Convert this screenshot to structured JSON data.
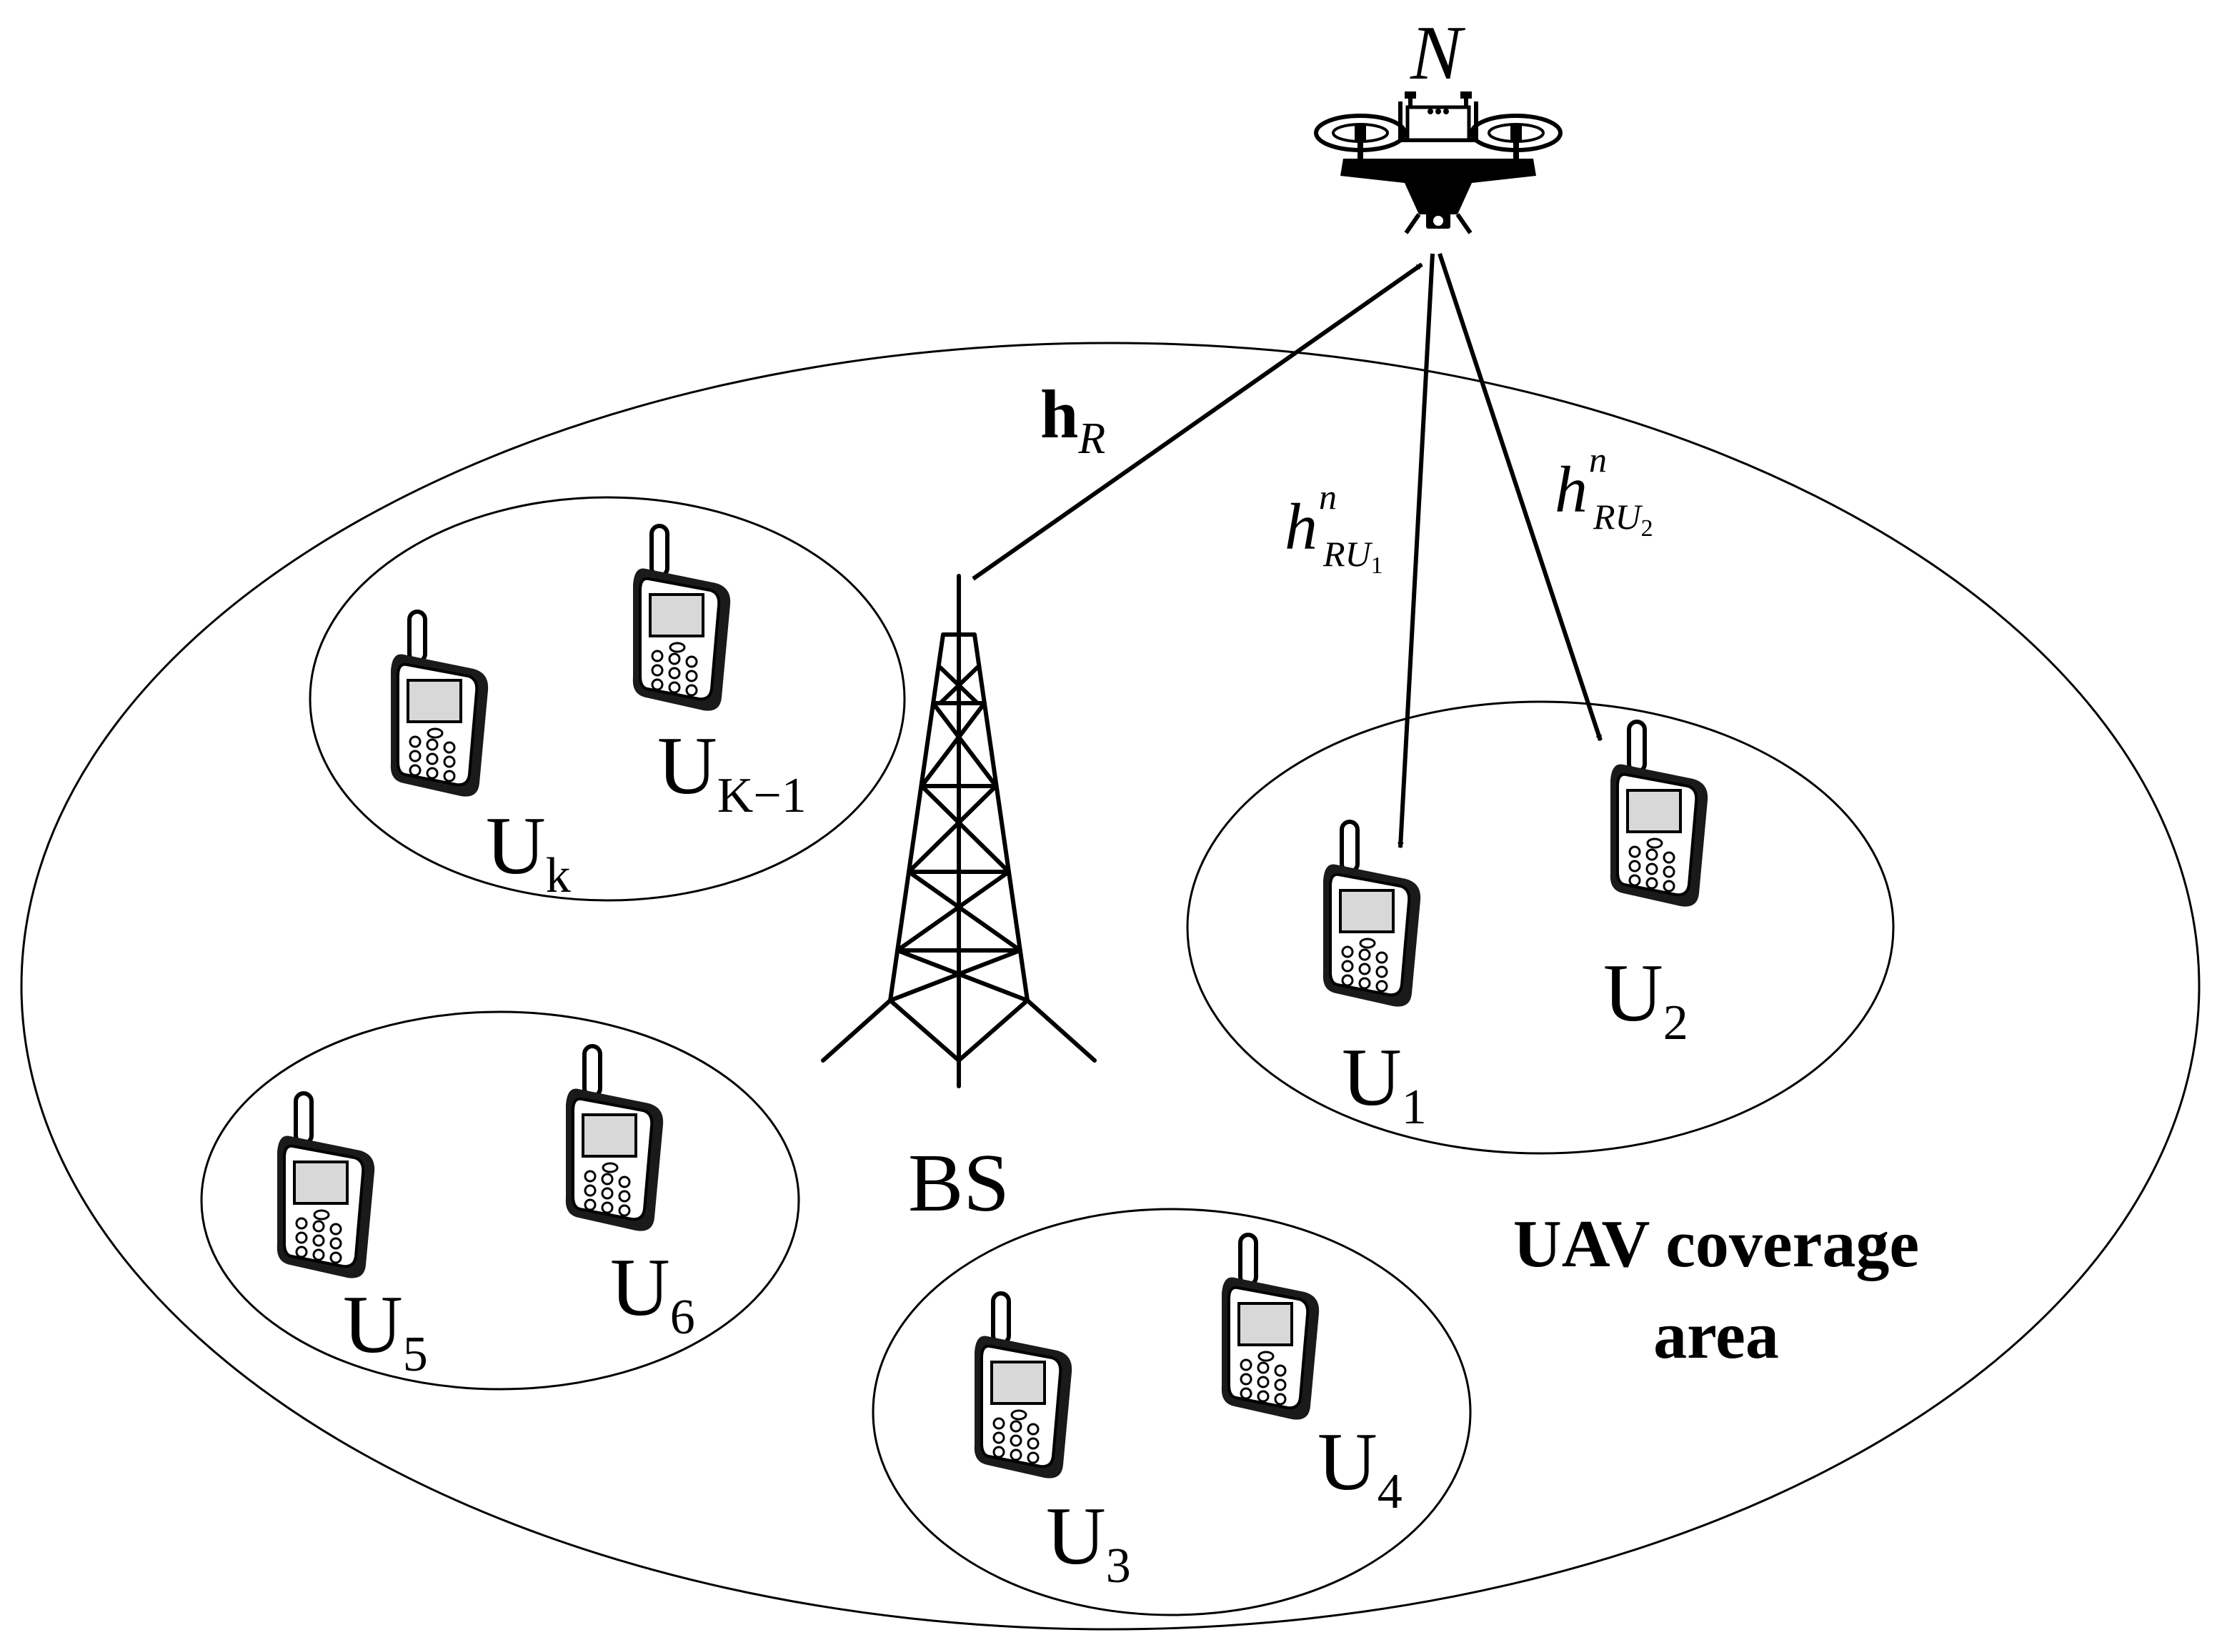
{
  "labels": {
    "uav": "N",
    "base_station": "BS",
    "coverage": [
      "UAV coverage",
      "area"
    ]
  },
  "channels": {
    "bs_uav": {
      "main": "h",
      "sub": "R"
    },
    "uav_u1": {
      "main": "h",
      "sup": "n",
      "sub": "RU",
      "subsub": "1"
    },
    "uav_u2": {
      "main": "h",
      "sup": "n",
      "sub": "RU",
      "subsub": "2"
    }
  },
  "users": {
    "u1": {
      "main": "U",
      "sub": "1"
    },
    "u2": {
      "main": "U",
      "sub": "2"
    },
    "u3": {
      "main": "U",
      "sub": "3"
    },
    "u4": {
      "main": "U",
      "sub": "4"
    },
    "u5": {
      "main": "U",
      "sub": "5"
    },
    "u6": {
      "main": "U",
      "sub": "6"
    },
    "uk": {
      "main": "U",
      "sub": "k"
    },
    "uk1": {
      "main": "U",
      "sub": "K−1"
    }
  }
}
